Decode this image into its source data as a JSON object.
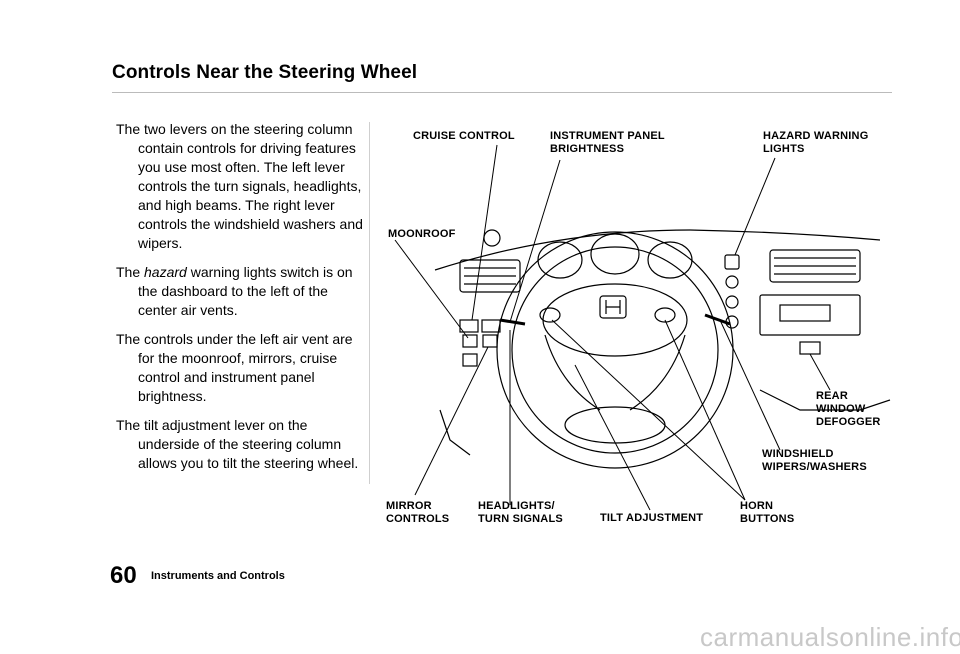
{
  "page": {
    "title": "Controls Near the Steering Wheel",
    "paragraphs": [
      "The two levers on the steering column contain controls for driving features you use most often. The left lever controls the turn signals, headlights, and high beams. The right lever controls the windshield washers and wipers.",
      "warning lights switch is on the dashboard to the left of the center air vents.",
      "The controls under the left air vent are for the moonroof, mirrors, cruise control and instrument panel brightness.",
      "The tilt adjustment lever on the underside of the steering column allows you to tilt the steering wheel."
    ],
    "paragraph2_prefix": "The",
    "paragraph2_italic": "hazard"
  },
  "figure": {
    "labels": {
      "cruise_control": "CRUISE CONTROL",
      "instrument_panel_line1": "INSTRUMENT PANEL",
      "instrument_panel_line2": "BRIGHTNESS",
      "hazard_line1": "HAZARD WARNING",
      "hazard_line2": "LIGHTS",
      "moonroof": "MOONROOF",
      "rear_window_line1": "REAR",
      "rear_window_line2": "WINDOW",
      "rear_window_line3": "DEFOGGER",
      "windshield_line1": "WINDSHIELD",
      "windshield_line2": "WIPERS/WASHERS",
      "mirror_line1": "MIRROR",
      "mirror_line2": "CONTROLS",
      "headlights_line1": "HEADLIGHTS/",
      "headlights_line2": "TURN SIGNALS",
      "tilt": "TILT ADJUSTMENT",
      "horn_line1": "HORN",
      "horn_line2": "BUTTONS"
    }
  },
  "footer": {
    "page_number": "60",
    "section": "Instruments and Controls",
    "watermark": "carmanualsonline.info"
  }
}
